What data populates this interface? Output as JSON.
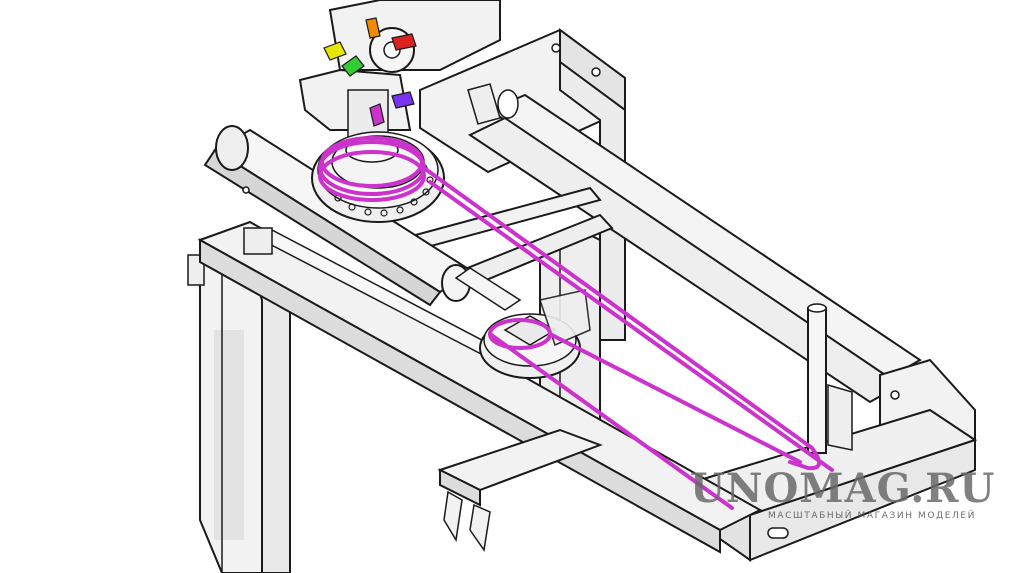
{
  "watermark": {
    "title": "UNOMAG.RU",
    "subtitle": "МАСШТАБНЫЙ МАГАЗИН МОДЕЛЕЙ"
  },
  "colors": {
    "belt": "#cc33cc",
    "frame_fill": "#f2f2f2",
    "frame_stroke": "#1a1a1a",
    "shadow": "#cfcfcf",
    "marker_yellow": "#e6e600",
    "marker_orange": "#f08a00",
    "marker_red": "#dd2222",
    "marker_green": "#33cc33",
    "marker_violet": "#7733ee",
    "marker_magenta": "#cc33cc"
  },
  "icons": {
    "scene": "belt-drive-frame-isometric"
  }
}
